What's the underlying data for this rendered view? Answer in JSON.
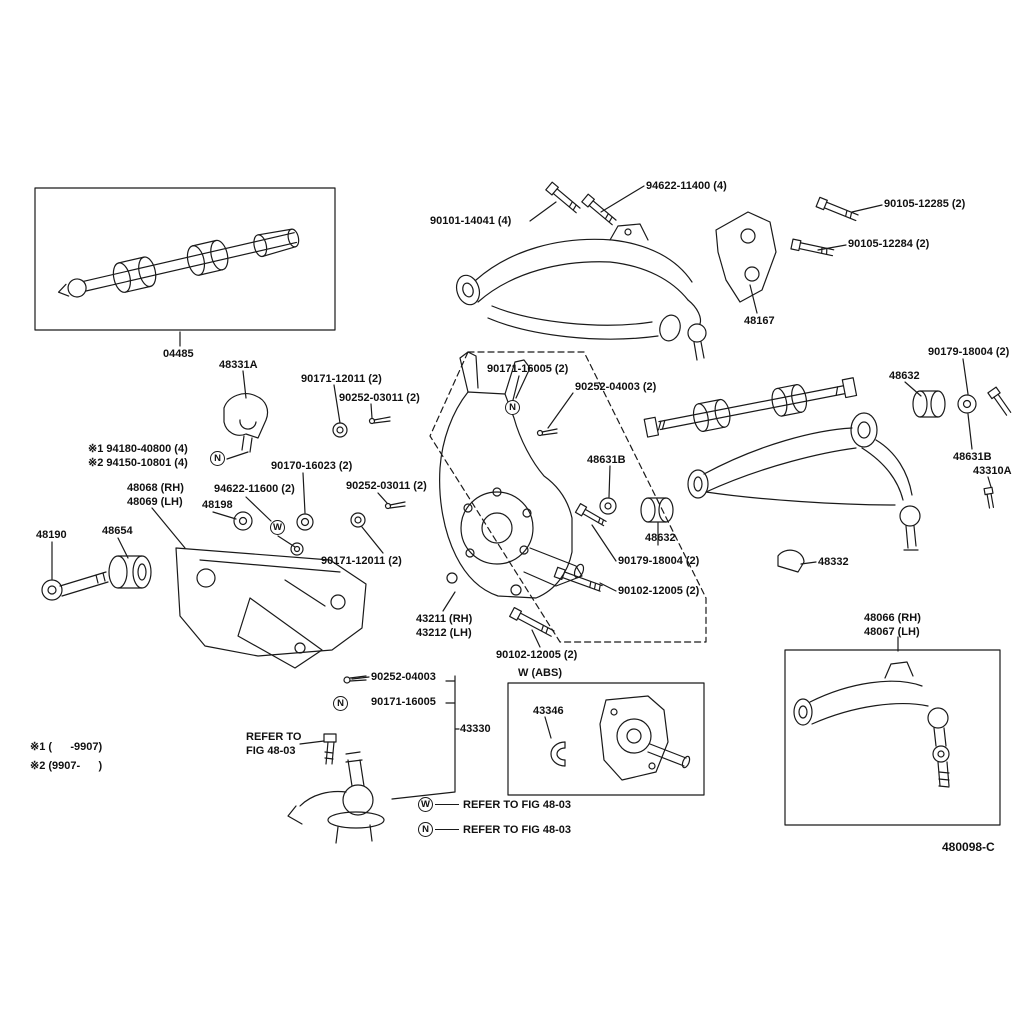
{
  "diagram": {
    "figure_code": "480098-C",
    "abs_note": "W (ABS)",
    "refer_to_multiline": "REFER TO\nFIG 48-03",
    "legend": [
      {
        "symbol": "W",
        "text": "REFER TO FIG 48-03"
      },
      {
        "symbol": "N",
        "text": "REFER TO FIG 48-03"
      }
    ],
    "footnotes": [
      {
        "text": "※1 (      -9907)"
      },
      {
        "text": "※2 (9907-      )"
      }
    ],
    "symbols": {
      "n": "N",
      "w": "W"
    }
  },
  "parts": {
    "p04485": "04485",
    "p48331A": "48331A",
    "p90101_14041": "90101-14041 (4)",
    "p94622_11400": "94622-11400 (4)",
    "p90105_12285": "90105-12285 (2)",
    "p90105_12284": "90105-12284 (2)",
    "p48167": "48167",
    "p90171_12011_top": "90171-12011 (2)",
    "p90252_03011_top": "90252-03011 (2)",
    "p90171_16005_top": "90171-16005 (2)",
    "p90252_04003_top": "90252-04003 (2)",
    "p90179_18004_right": "90179-18004 (2)",
    "p48632_right": "48632",
    "p48631B_right": "48631B",
    "p43310A": "43310A",
    "pnote1_94180": "※1 94180-40800 (4)",
    "pnote2_94150": "※2 94150-10801 (4)",
    "p48068_48069": "48068 (RH)\n48069 (LH)",
    "p94622_11600": "94622-11600 (2)",
    "p48198": "48198",
    "p90170_16023": "90170-16023 (2)",
    "p90252_03011_mid": "90252-03011 (2)",
    "p48190": "48190",
    "p48654": "48654",
    "p90171_12011_mid": "90171-12011 (2)",
    "p48631B_mid": "48631B",
    "p48632_mid": "48632",
    "p90179_18004_mid": "90179-18004 (2)",
    "p90102_12005_mid": "90102-12005 (2)",
    "p43211_43212": "43211 (RH)\n43212 (LH)",
    "p90102_12005_bottom": "90102-12005 (2)",
    "p48332": "48332",
    "p48066_48067": "48066 (RH)\n48067 (LH)",
    "p43346": "43346",
    "p90252_04003_bottom": "90252-04003",
    "p90171_16005_bottom": "90171-16005",
    "p43330": "43330"
  }
}
